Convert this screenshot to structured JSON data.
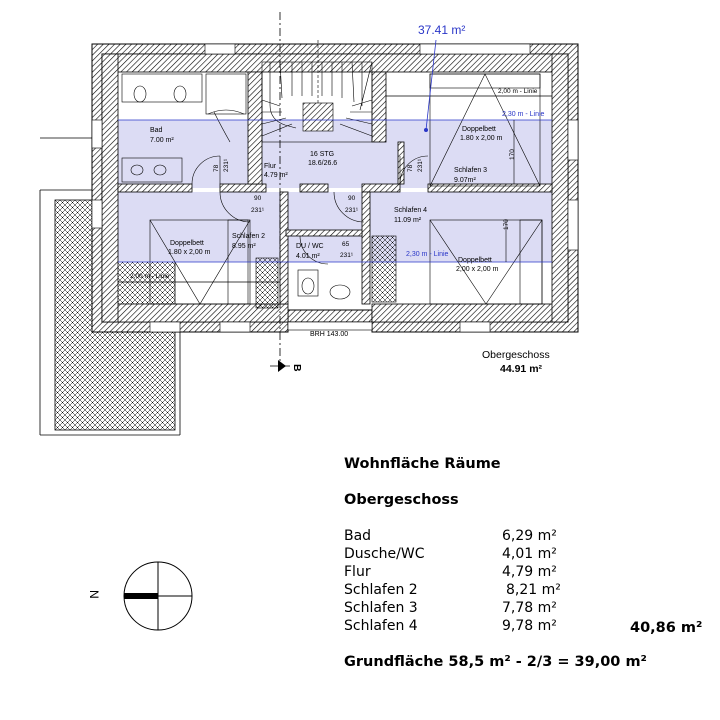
{
  "plan": {
    "area_top": "37.41 m²",
    "section_marker": "B",
    "floor_title": "Obergeschoss",
    "floor_area": "44.91 m²",
    "brh": "BRH 143.00",
    "lines": {
      "line_200_right": "2,00 m - Linie",
      "line_230_right": "2,30 m - Linie",
      "line_230_lower": "2,30 m - Linie",
      "line_200_left": "2,00 m - Linie"
    },
    "rooms": {
      "bad": {
        "name": "Bad",
        "area": "7.00 m²"
      },
      "flur": {
        "name": "Flur",
        "area": "4.79 m²"
      },
      "stairs": {
        "name": "16 STG",
        "dims": "18.6/26.6"
      },
      "schlafen3": {
        "name": "Schlafen 3",
        "area": "9.07m²"
      },
      "schlafen2": {
        "name": "Schlafen 2",
        "area": "8.95 m²"
      },
      "schlafen4": {
        "name": "Schlafen 4",
        "area": "11.09 m²"
      },
      "duwc": {
        "name": "DU / WC",
        "area": "4.01 m²"
      }
    },
    "beds": {
      "bed1": {
        "label": "Doppelbett",
        "size": "1.80 x 2,00 m"
      },
      "bed2": {
        "label": "Doppelbett",
        "size": "1.80 x 2,00 m"
      },
      "bed3": {
        "label": "Doppelbett",
        "size": "2,00 x 2,00 m"
      }
    },
    "dims": {
      "d78a": "78",
      "d231a": "231¹",
      "d78b": "78",
      "d231b": "231¹",
      "d90a": "90",
      "d231c": "231¹",
      "d90b": "90",
      "d231d": "231¹",
      "d65": "65",
      "d231e": "231¹",
      "d170a": "170",
      "d170b": "170"
    }
  },
  "legend": {
    "title": "Wohnfläche Räume",
    "floor": "Obergeschoss",
    "rows": [
      {
        "name": "Bad",
        "value": "6,29 m²"
      },
      {
        "name": "Dusche/WC",
        "value": "4,01 m²"
      },
      {
        "name": "Flur",
        "value": "4,79 m²"
      },
      {
        "name": "Schlafen 2",
        "value": "8,21 m²"
      },
      {
        "name": "Schlafen 3",
        "value": "7,78 m²"
      },
      {
        "name": "Schlafen 4",
        "value": "9,78 m²"
      }
    ],
    "total": "40,86 m²",
    "summary": "Grundfläche 58,5 m² - 2/3 = 39,00 m²"
  },
  "compass": {
    "north_letter": "N"
  },
  "colors": {
    "blue_area": "#dcdcf4",
    "blue_line": "#2a36c8",
    "wall_hatch": "#000000"
  }
}
